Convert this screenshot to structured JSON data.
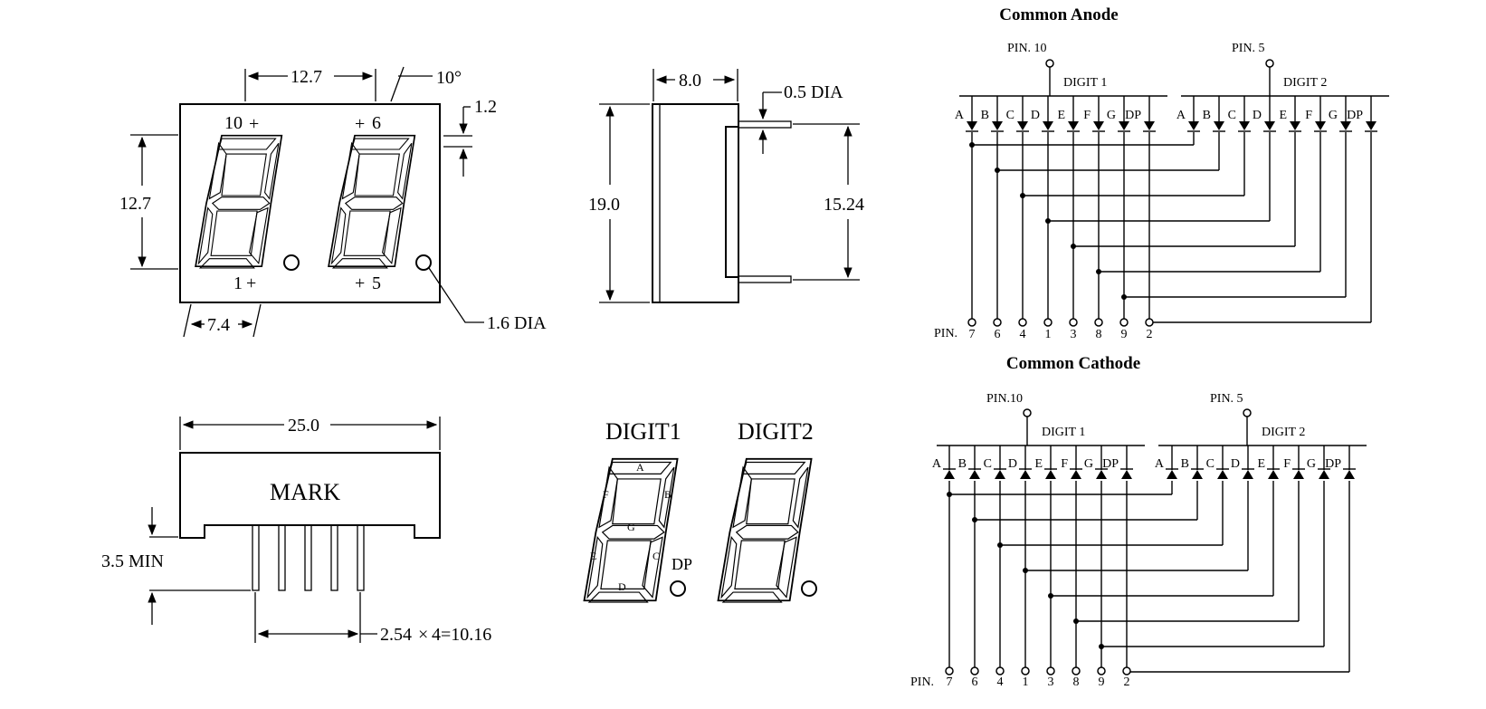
{
  "front_view": {
    "dim_top": "12.7",
    "dim_angle": "10°",
    "dim_offset": "1.2",
    "dim_height": "12.7",
    "dim_bottom": "7.4",
    "dim_hole": "1.6 DIA",
    "pin_10": "10",
    "pin_6": "6",
    "pin_1": "1",
    "pin_5": "5"
  },
  "side_view": {
    "dim_width": "8.0",
    "dim_pin_dia": "0.5 DIA",
    "dim_height": "19.0",
    "dim_pitch": "15.24"
  },
  "bottom_view": {
    "dim_length": "25.0",
    "mark": "MARK",
    "dim_min": "3.5 MIN",
    "dim_spacing": "2.54",
    "dim_times": "4=10.16"
  },
  "segment_diagram": {
    "digit1": "DIGIT1",
    "digit2": "DIGIT2",
    "segments": {
      "a": "A",
      "b": "B",
      "c": "C",
      "d": "D",
      "e": "E",
      "f": "F",
      "g": "G"
    },
    "dp": "DP"
  },
  "schematics": [
    {
      "title": "Common Anode",
      "common_pins": [
        "PIN. 10",
        "PIN.  5"
      ],
      "digit_labels": [
        "DIGIT 1",
        "DIGIT 2"
      ],
      "segment_labels": [
        "A",
        "B",
        "C",
        "D",
        "E",
        "F",
        "G",
        "DP"
      ],
      "pin_prefix": "PIN.",
      "bottom_pins": [
        "7",
        "6",
        "4",
        "1",
        "3",
        "8",
        "9",
        "2"
      ]
    },
    {
      "title": "Common Cathode",
      "common_pins": [
        "PIN.10",
        "PIN.  5"
      ],
      "digit_labels": [
        "DIGIT 1",
        "DIGIT 2"
      ],
      "segment_labels": [
        "A",
        "B",
        "C",
        "D",
        "E",
        "F",
        "G",
        "DP"
      ],
      "pin_prefix": "PIN.",
      "bottom_pins": [
        "7",
        "6",
        "4",
        "1",
        "3",
        "8",
        "9",
        "2"
      ]
    }
  ]
}
